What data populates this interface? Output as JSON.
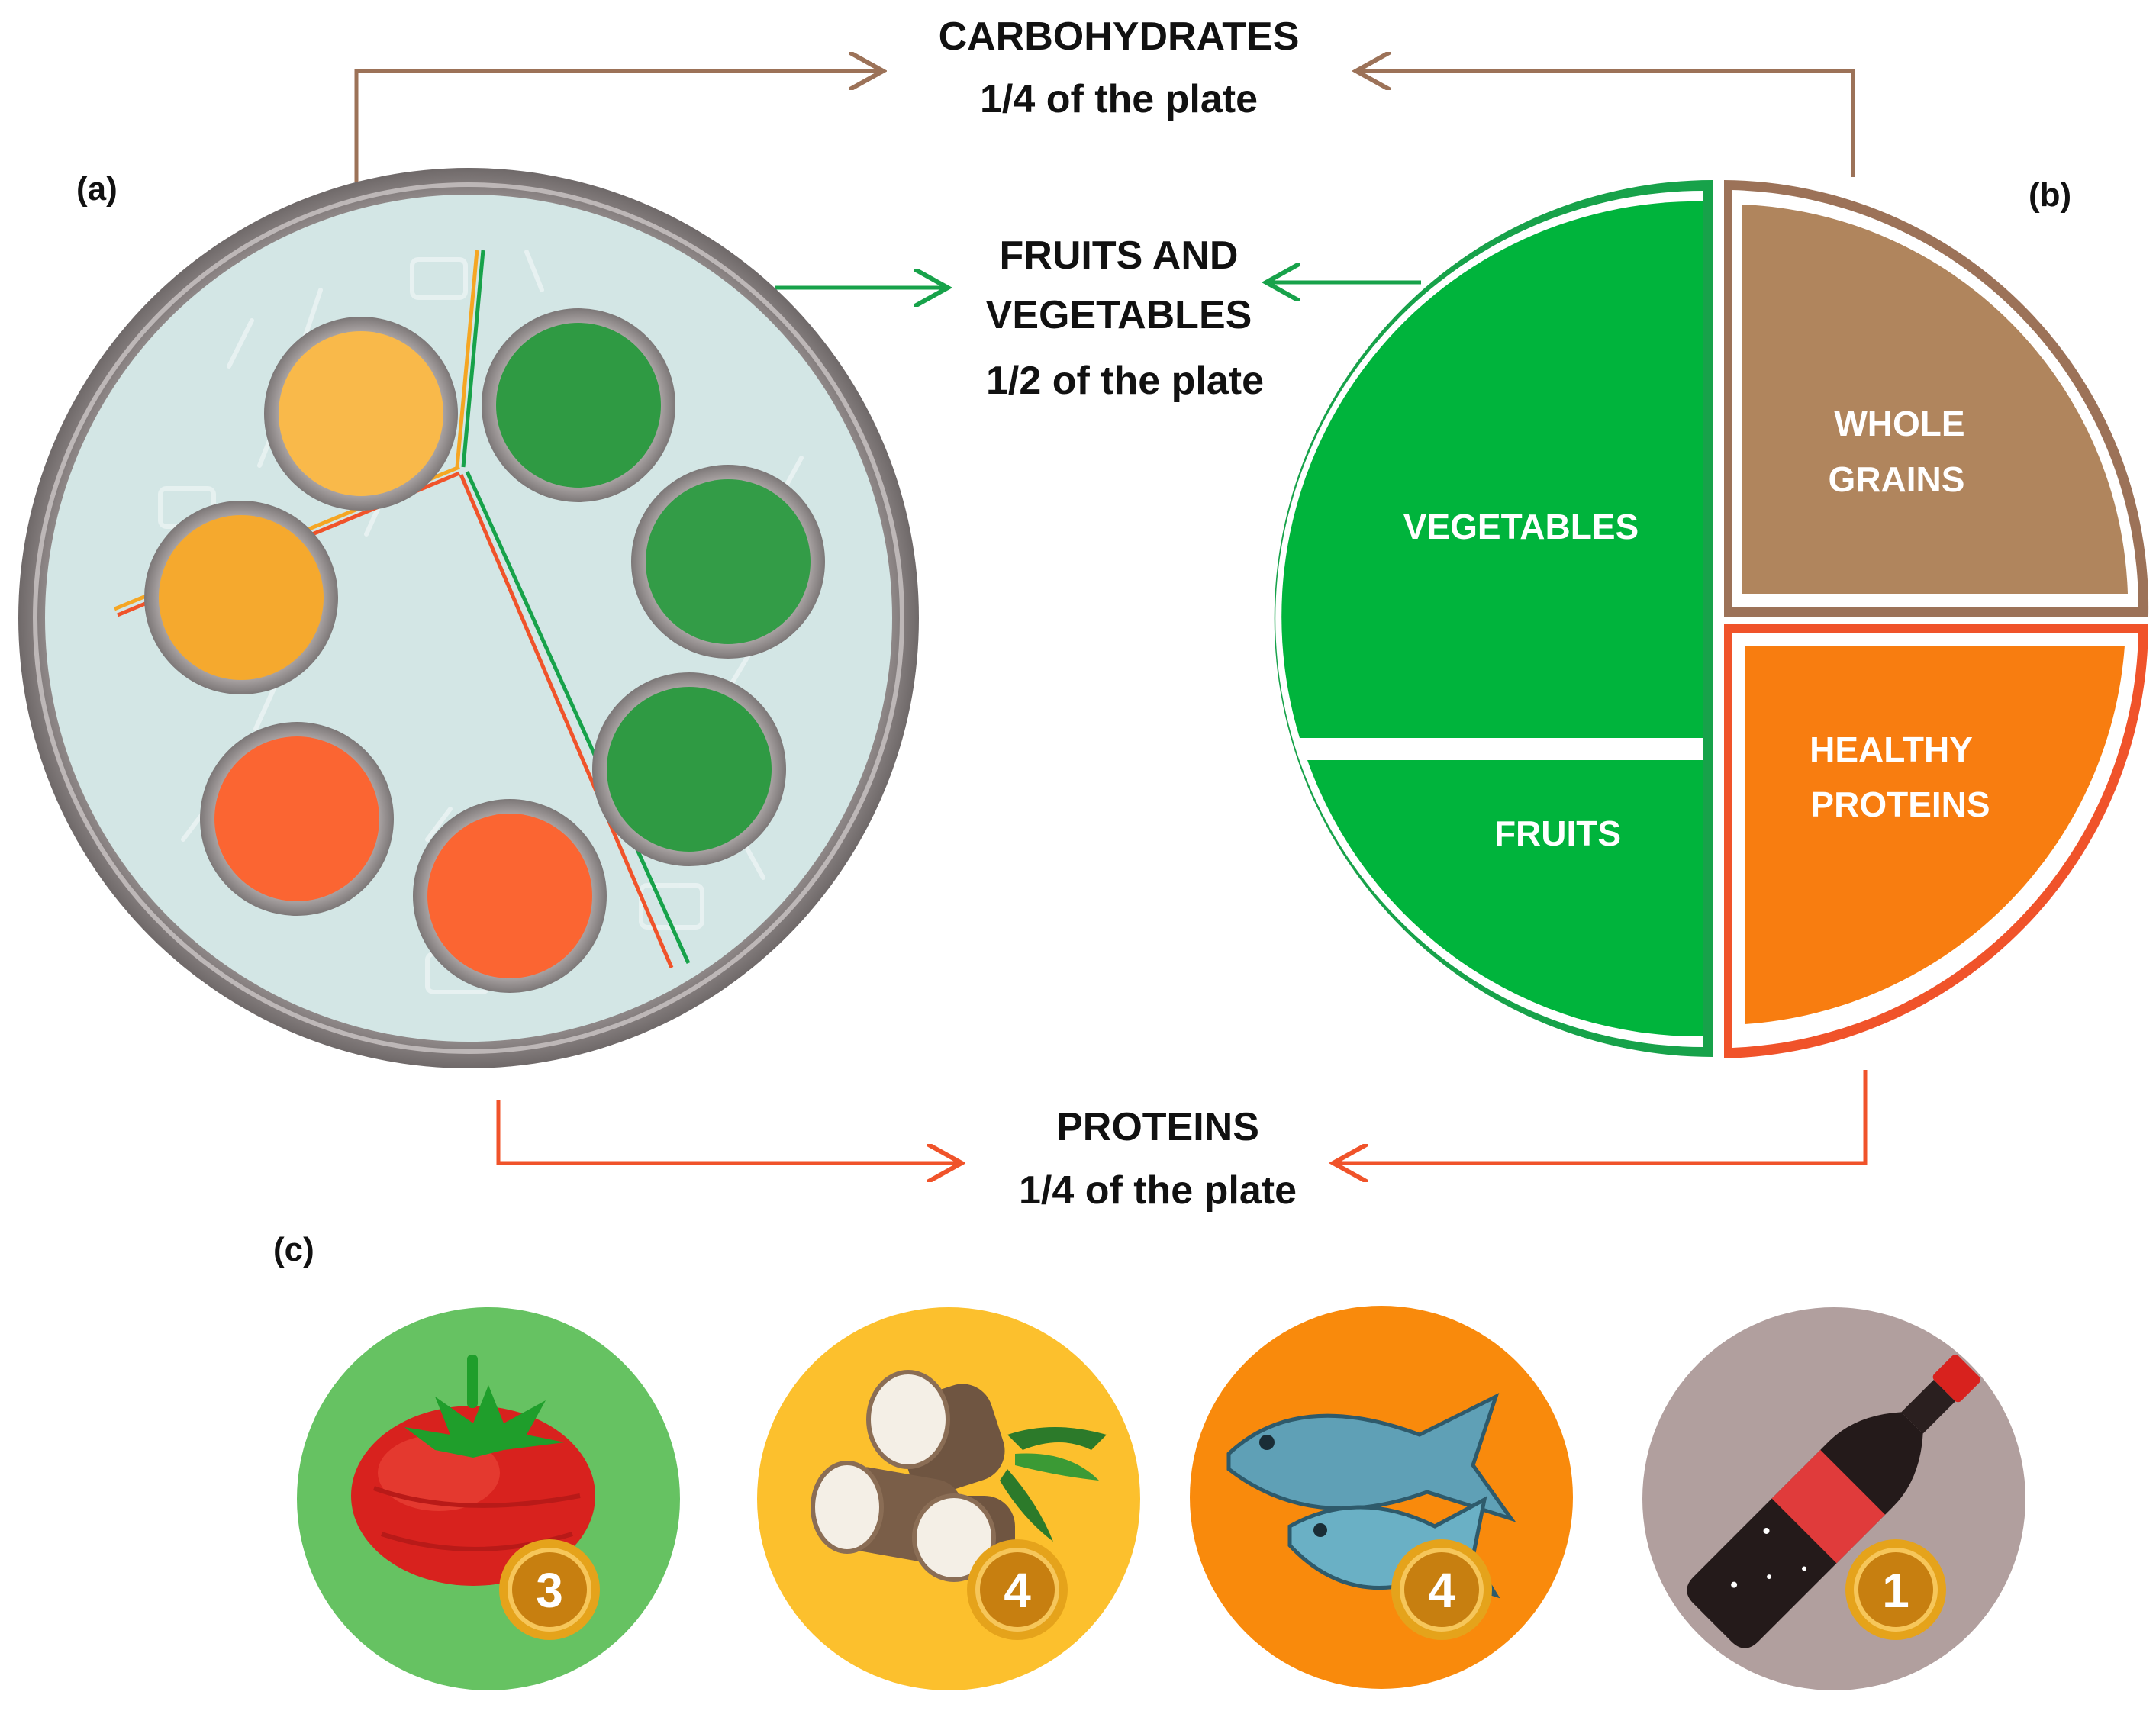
{
  "panels": {
    "a": "(a)",
    "b": "(b)",
    "c": "(c)"
  },
  "carbohydrates": {
    "title": "CARBOHYDRATES",
    "portion": "1/4 of the plate"
  },
  "fruits_vegetables": {
    "title_line1": "FRUITS AND",
    "title_line2": "VEGETABLES",
    "portion": "1/2 of the plate"
  },
  "proteins": {
    "title": "PROTEINS",
    "portion": "1/4 of the plate"
  },
  "plate_b": {
    "vegetables": "VEGETABLES",
    "fruits": "FRUITS",
    "whole_grains_line1": "WHOLE",
    "whole_grains_line2": "GRAINS",
    "healthy_proteins_line1": "HEALTHY",
    "healthy_proteins_line2": "PROTEINS"
  },
  "tokens": [
    {
      "food": "tomato-icon",
      "coin": "3",
      "bg": "#66c262"
    },
    {
      "food": "cassava-icon",
      "coin": "4",
      "bg": "#fcc02d"
    },
    {
      "food": "fish-icon",
      "coin": "4",
      "bg": "#f98a0c"
    },
    {
      "food": "soda-bottle-icon",
      "coin": "1",
      "bg": "#b19f9e"
    }
  ],
  "colors": {
    "carbohydrates": "#9c7258",
    "fruits_vegetables": "#17a24a",
    "proteins": "#f0532a",
    "plate_green": "#00b43c",
    "plate_brown": "#b0855d",
    "plate_orange": "#f87d10"
  }
}
